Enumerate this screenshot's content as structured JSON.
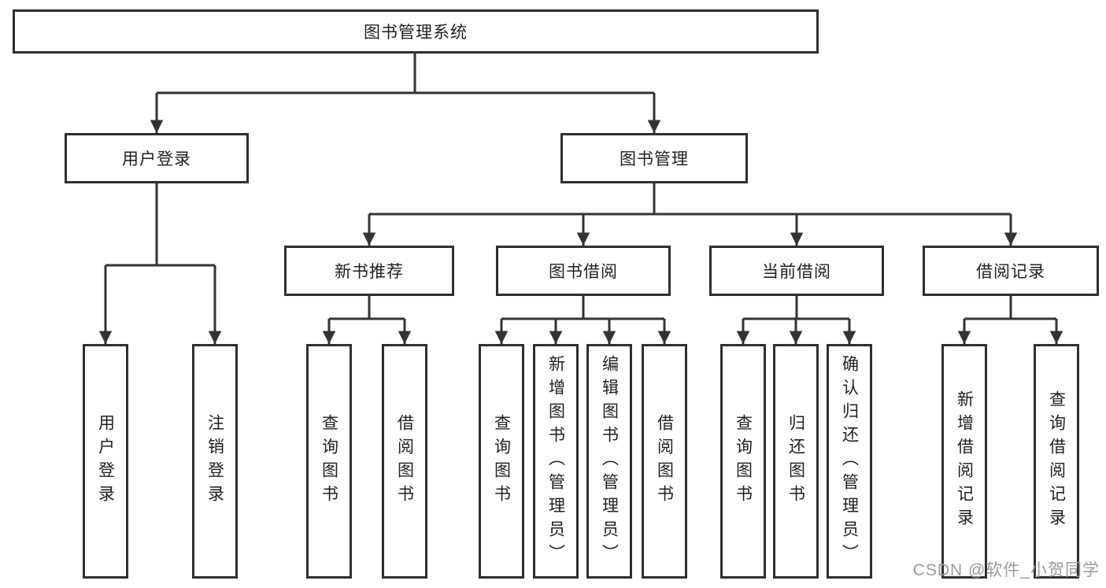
{
  "tree": {
    "label": "图书管理系统",
    "children": [
      {
        "label": "用户登录",
        "children": [
          {
            "label": "用户登录"
          },
          {
            "label": "注销登录"
          }
        ]
      },
      {
        "label": "图书管理",
        "children": [
          {
            "label": "新书推荐",
            "children": [
              {
                "label": "查询图书"
              },
              {
                "label": "借阅图书"
              }
            ]
          },
          {
            "label": "图书借阅",
            "children": [
              {
                "label": "查询图书"
              },
              {
                "label": "新增图书（管理员）"
              },
              {
                "label": "编辑图书（管理员）"
              },
              {
                "label": "借阅图书"
              }
            ]
          },
          {
            "label": "当前借阅",
            "children": [
              {
                "label": "查询图书"
              },
              {
                "label": "归还图书"
              },
              {
                "label": "确认归还（管理员）"
              }
            ]
          },
          {
            "label": "借阅记录",
            "children": [
              {
                "label": "新增借阅记录"
              },
              {
                "label": "查询借阅记录"
              }
            ]
          }
        ]
      }
    ]
  },
  "watermark": {
    "text": "CSDN @软件_小贺同学"
  },
  "colors": {
    "line": "#333333",
    "box_border": "#2f2f2f",
    "box_fill": "#ffffff",
    "text": "#1f1f1f",
    "watermark": "#9b9b9b",
    "background": "#ffffff"
  }
}
